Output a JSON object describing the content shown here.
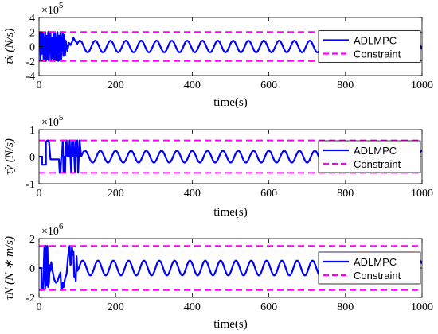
{
  "chart_data": [
    {
      "type": "line",
      "ylabel": "τ̇x (N/s)",
      "xlabel": "time(s)",
      "xlim": [
        0,
        1000
      ],
      "ylim": [
        -4,
        4
      ],
      "y_multiplier": "×10",
      "y_exponent": "5",
      "xticks": [
        0,
        200,
        400,
        600,
        800,
        1000
      ],
      "yticks": [
        -4,
        -2,
        0,
        2,
        4
      ],
      "series": [
        {
          "name": "ADLMPC",
          "color": "#0000ff",
          "style": "solid",
          "x": [
            0,
            2,
            4,
            6,
            8,
            10,
            12,
            14,
            16,
            18,
            20,
            22,
            24,
            26,
            28,
            30,
            32,
            34,
            36,
            38,
            40,
            42,
            44,
            46,
            48,
            50,
            52,
            54,
            56,
            58,
            60,
            62,
            64,
            66,
            68,
            70,
            74,
            78,
            82,
            86,
            90,
            94,
            100
          ],
          "y": [
            0,
            2,
            -1.9,
            2,
            -1,
            1.9,
            -2,
            0.5,
            2,
            -2,
            1.5,
            -1.8,
            2,
            -2,
            0.8,
            2,
            -2,
            1.2,
            -1.6,
            2,
            -2,
            1.8,
            -1.9,
            0.6,
            2,
            -2,
            1.5,
            -1.9,
            2,
            -2,
            0.9,
            2,
            -1.3,
            1.6,
            -1.2,
            0.8,
            -0.6,
            0.5,
            0.2,
            0.6,
            1.2,
            0.8,
            0.4
          ]
        },
        {
          "name": "Constraint",
          "color": "#ff00ff",
          "style": "dashed",
          "x": [
            0,
            1000
          ],
          "y": [
            2,
            2
          ]
        },
        {
          "name": "Constraint",
          "color": "#ff00ff",
          "style": "dashed",
          "x": [
            0,
            1000
          ],
          "y": [
            -2,
            -2
          ],
          "legend": false
        }
      ],
      "sine": {
        "series": 0,
        "from": 100,
        "to": 1000,
        "amplitude": 0.8,
        "period": 40,
        "offset": 0,
        "phase_at": 100,
        "phase": 0.5
      },
      "legend": [
        "ADLMPC",
        "Constraint"
      ]
    },
    {
      "type": "line",
      "ylabel": "τ̇y (N/s)",
      "xlabel": "time(s)",
      "xlim": [
        0,
        1000
      ],
      "ylim": [
        -1,
        1
      ],
      "y_multiplier": "×10",
      "y_exponent": "5",
      "xticks": [
        0,
        200,
        400,
        600,
        800,
        1000
      ],
      "yticks": [
        -1,
        0,
        1
      ],
      "series": [
        {
          "name": "ADLMPC",
          "color": "#0000ff",
          "style": "solid",
          "x": [
            0,
            8,
            8,
            18,
            18,
            22,
            24,
            26,
            30,
            32,
            34,
            52,
            54,
            56,
            58,
            60,
            62,
            64,
            66,
            68,
            70,
            72,
            74,
            76,
            78,
            80,
            82,
            84,
            86,
            88,
            90,
            92,
            94,
            96,
            98,
            100,
            102,
            106,
            110
          ],
          "y": [
            0,
            0,
            -0.3,
            -0.3,
            0.55,
            0.6,
            0.6,
            0.55,
            -0.1,
            -0.1,
            -0.1,
            -0.1,
            -0.6,
            -0.6,
            0,
            0,
            0.6,
            -0.6,
            0,
            -0.6,
            0.5,
            0.6,
            0,
            0,
            0,
            0.6,
            0,
            -0.6,
            0.6,
            0,
            0.6,
            0,
            -0.6,
            0.6,
            0,
            0.6,
            -0.6,
            0.6,
            0
          ]
        },
        {
          "name": "Constraint",
          "color": "#ff00ff",
          "style": "dashed",
          "x": [
            0,
            1000
          ],
          "y": [
            0.6,
            0.6
          ]
        },
        {
          "name": "Constraint",
          "color": "#ff00ff",
          "style": "dashed",
          "x": [
            0,
            1000
          ],
          "y": [
            -0.6,
            -0.6
          ],
          "legend": false
        }
      ],
      "sine": {
        "series": 0,
        "from": 110,
        "to": 1000,
        "amplitude": 0.22,
        "period": 40,
        "offset": 0,
        "phase_at": 110,
        "phase": 0
      },
      "legend": [
        "ADLMPC",
        "Constraint"
      ]
    },
    {
      "type": "line",
      "ylabel": "τ̇N (N ∗ m/s)",
      "xlabel": "time(s)",
      "xlim": [
        0,
        1000
      ],
      "ylim": [
        -2,
        2
      ],
      "y_multiplier": "×10",
      "y_exponent": "6",
      "xticks": [
        0,
        200,
        400,
        600,
        800,
        1000
      ],
      "yticks": [
        -2,
        0,
        2
      ],
      "series": [
        {
          "name": "ADLMPC",
          "color": "#0000ff",
          "style": "solid",
          "x": [
            0,
            6,
            6,
            10,
            12,
            14,
            16,
            18,
            20,
            22,
            24,
            26,
            28,
            30,
            32,
            36,
            40,
            44,
            48,
            52,
            56,
            58,
            60,
            62,
            64,
            66,
            68,
            72,
            76,
            80,
            82,
            84,
            86,
            88,
            90,
            92,
            94,
            96,
            98,
            100,
            104
          ],
          "y": [
            0,
            0,
            -1.4,
            -1.4,
            -0.2,
            1.5,
            -1.4,
            1.5,
            -1.2,
            1.5,
            -1.3,
            -1.0,
            0.2,
            -0.2,
            0.4,
            -0.3,
            -0.8,
            -1.0,
            -0.9,
            -0.6,
            -0.3,
            -1.5,
            -1.5,
            -1.0,
            -1.3,
            -1.0,
            -0.7,
            -0.4,
            0.8,
            1.5,
            0.2,
            0.3,
            1.5,
            0.9,
            1.1,
            -0.6,
            -0.4,
            -0.9,
            0.8,
            -0.2,
            0
          ]
        },
        {
          "name": "Constraint",
          "color": "#ff00ff",
          "style": "dashed",
          "x": [
            0,
            1000
          ],
          "y": [
            1.5,
            1.5
          ]
        },
        {
          "name": "Constraint",
          "color": "#ff00ff",
          "style": "dashed",
          "x": [
            0,
            1000
          ],
          "y": [
            -1.5,
            -1.5
          ],
          "legend": false
        }
      ],
      "sine": {
        "series": 0,
        "from": 104,
        "to": 1000,
        "amplitude": 0.5,
        "period": 40,
        "offset": 0,
        "phase_at": 104,
        "phase": 0
      },
      "legend": [
        "ADLMPC",
        "Constraint"
      ]
    }
  ]
}
